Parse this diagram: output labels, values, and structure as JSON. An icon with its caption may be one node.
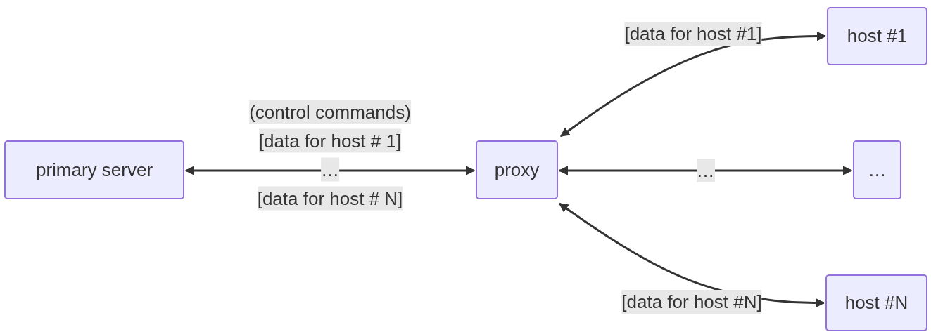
{
  "diagram": {
    "nodes": [
      {
        "text": [
          "primary server"
        ]
      },
      {
        "text": [
          "proxy"
        ]
      },
      {
        "text": [
          "host #1"
        ]
      },
      {
        "text": [
          "…"
        ]
      },
      {
        "text": [
          "host #N"
        ]
      }
    ],
    "edges": [
      {
        "from": 0,
        "to": 1,
        "arrow": "both",
        "label": "(control commands) [data for host # 1] … [data for host # N]"
      },
      {
        "from": 1,
        "to": 2,
        "arrow": "both",
        "label": "[data for host #1]"
      },
      {
        "from": 1,
        "to": 3,
        "arrow": "both",
        "label": "…"
      },
      {
        "from": 1,
        "to": 4,
        "arrow": "both",
        "label": "[data for host #N]"
      }
    ]
  }
}
